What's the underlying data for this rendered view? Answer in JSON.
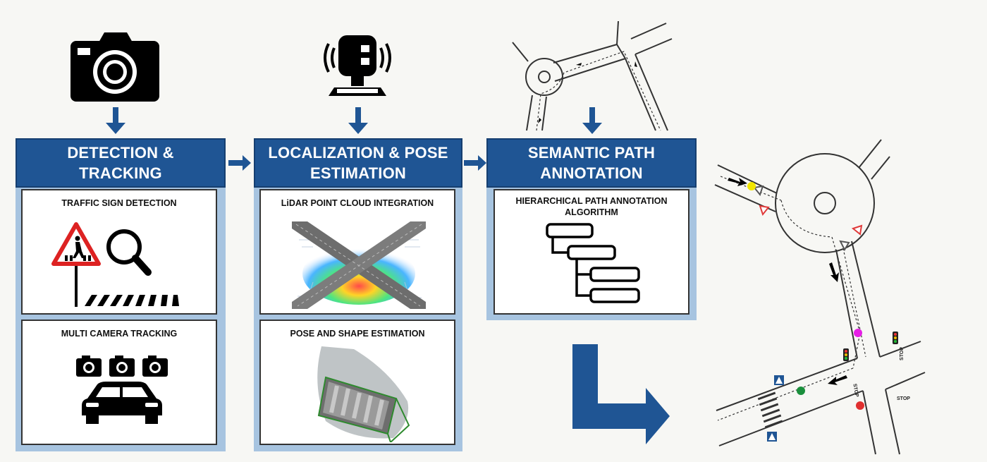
{
  "colors": {
    "header_blue": "#1f5594",
    "panel_light_blue": "#a7c4e0",
    "arrow_blue": "#1f5594"
  },
  "stages": [
    {
      "title_line1": "DETECTION &",
      "title_line2": "TRACKING",
      "input_icon": "camera-icon",
      "cards": [
        {
          "title": "TRAFFIC SIGN DETECTION",
          "icon": "pedestrian-crossing-sign-icon"
        },
        {
          "title": "MULTI CAMERA TRACKING",
          "icon": "car-with-cameras-icon"
        }
      ]
    },
    {
      "title_line1": "LOCALIZATION & POSE",
      "title_line2": "ESTIMATION",
      "input_icon": "lidar-sensor-icon",
      "cards": [
        {
          "title": "LiDAR POINT CLOUD INTEGRATION",
          "icon": "point-cloud-intersection-image"
        },
        {
          "title": "POSE AND SHAPE ESTIMATION",
          "icon": "pose-shape-pointcloud-image"
        }
      ]
    },
    {
      "title_line1": "SEMANTIC PATH",
      "title_line2": "ANNOTATION",
      "input_icon": "road-map-icon",
      "cards": [
        {
          "title_line1": "HIERARCHICAL PATH ANNOTATION",
          "title_line2": "ALGORITHM",
          "icon": "hierarchy-tree-icon"
        }
      ]
    }
  ],
  "output_map": {
    "stop_labels": [
      "STOP",
      "STOP",
      "STOP"
    ],
    "marker_colors": [
      "#f2e600",
      "#e61ee6",
      "#1a8f3c"
    ]
  }
}
